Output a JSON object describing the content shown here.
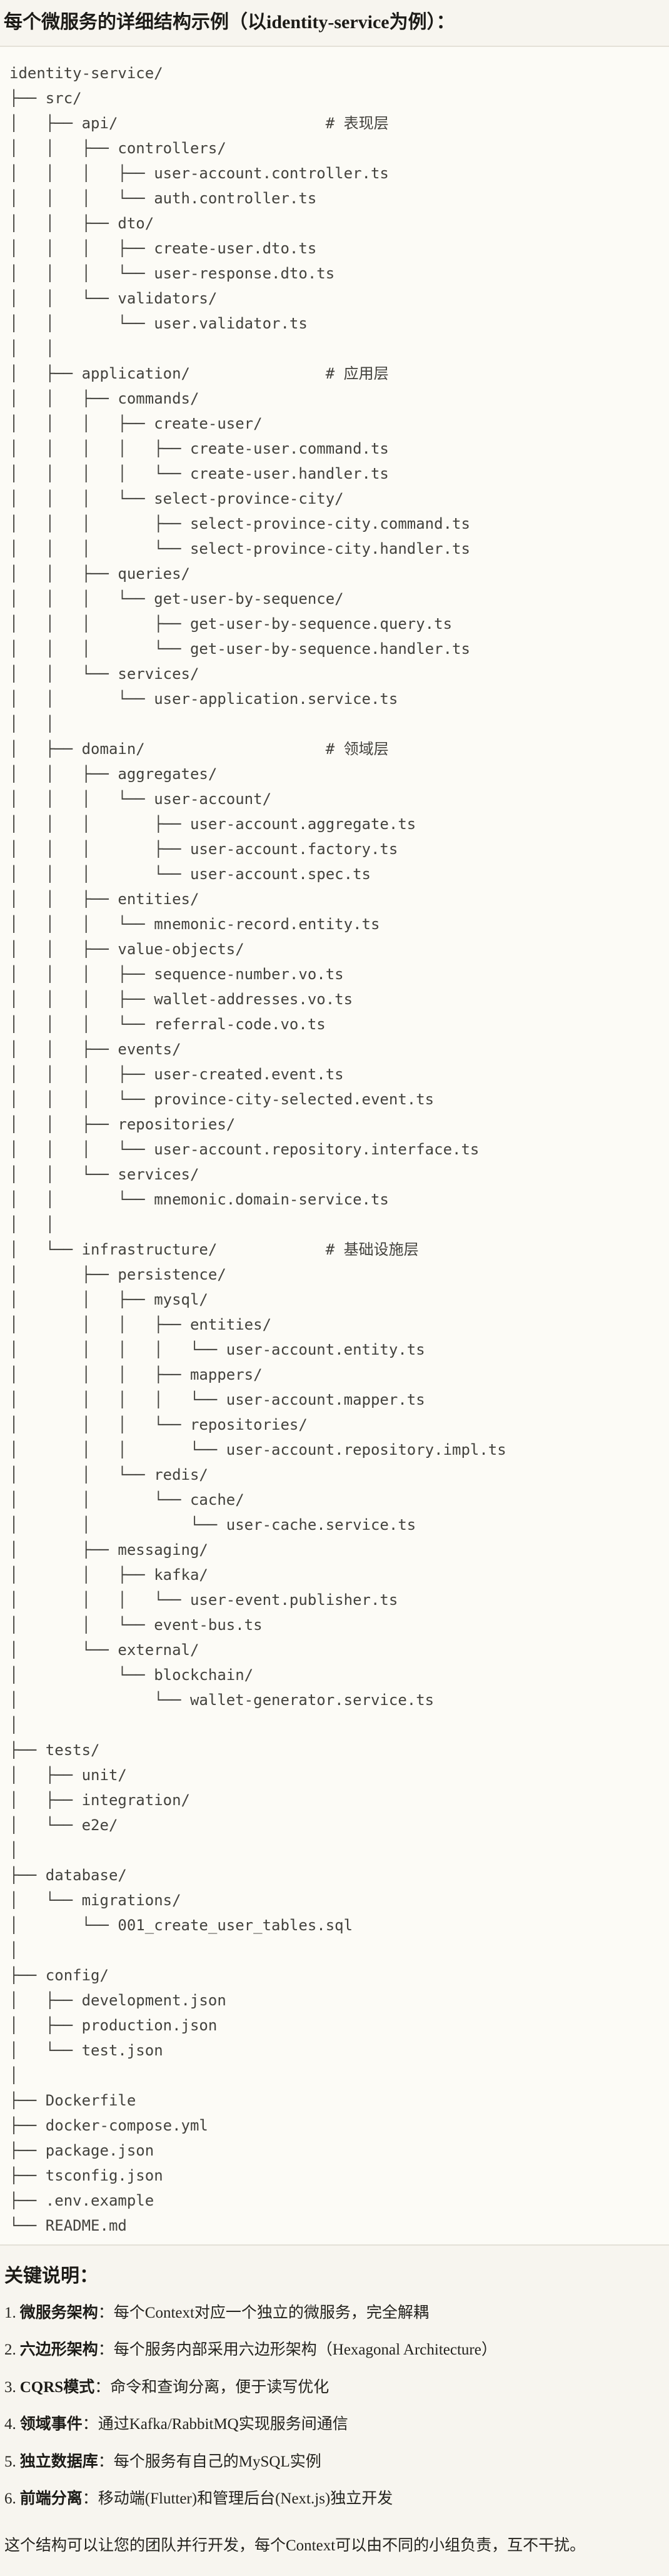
{
  "page": {
    "title": "每个微服务的详细结构示例（以identity-service为例）：",
    "code_block": {
      "language": "plaintext",
      "tree_lines": [
        "identity-service/",
        "├── src/",
        "│   ├── api/                       # 表现层",
        "│   │   ├── controllers/",
        "│   │   │   ├── user-account.controller.ts",
        "│   │   │   └── auth.controller.ts",
        "│   │   ├── dto/",
        "│   │   │   ├── create-user.dto.ts",
        "│   │   │   └── user-response.dto.ts",
        "│   │   └── validators/",
        "│   │       └── user.validator.ts",
        "│   │",
        "│   ├── application/               # 应用层",
        "│   │   ├── commands/",
        "│   │   │   ├── create-user/",
        "│   │   │   │   ├── create-user.command.ts",
        "│   │   │   │   └── create-user.handler.ts",
        "│   │   │   └── select-province-city/",
        "│   │   │       ├── select-province-city.command.ts",
        "│   │   │       └── select-province-city.handler.ts",
        "│   │   ├── queries/",
        "│   │   │   └── get-user-by-sequence/",
        "│   │   │       ├── get-user-by-sequence.query.ts",
        "│   │   │       └── get-user-by-sequence.handler.ts",
        "│   │   └── services/",
        "│   │       └── user-application.service.ts",
        "│   │",
        "│   ├── domain/                    # 领域层",
        "│   │   ├── aggregates/",
        "│   │   │   └── user-account/",
        "│   │   │       ├── user-account.aggregate.ts",
        "│   │   │       ├── user-account.factory.ts",
        "│   │   │       └── user-account.spec.ts",
        "│   │   ├── entities/",
        "│   │   │   └── mnemonic-record.entity.ts",
        "│   │   ├── value-objects/",
        "│   │   │   ├── sequence-number.vo.ts",
        "│   │   │   ├── wallet-addresses.vo.ts",
        "│   │   │   └── referral-code.vo.ts",
        "│   │   ├── events/",
        "│   │   │   ├── user-created.event.ts",
        "│   │   │   └── province-city-selected.event.ts",
        "│   │   ├── repositories/",
        "│   │   │   └── user-account.repository.interface.ts",
        "│   │   └── services/",
        "│   │       └── mnemonic.domain-service.ts",
        "│   │",
        "│   └── infrastructure/            # 基础设施层",
        "│       ├── persistence/",
        "│       │   ├── mysql/",
        "│       │   │   ├── entities/",
        "│       │   │   │   └── user-account.entity.ts",
        "│       │   │   ├── mappers/",
        "│       │   │   │   └── user-account.mapper.ts",
        "│       │   │   └── repositories/",
        "│       │   │       └── user-account.repository.impl.ts",
        "│       │   └── redis/",
        "│       │       └── cache/",
        "│       │           └── user-cache.service.ts",
        "│       ├── messaging/",
        "│       │   ├── kafka/",
        "│       │   │   └── user-event.publisher.ts",
        "│       │   └── event-bus.ts",
        "│       └── external/",
        "│           └── blockchain/",
        "│               └── wallet-generator.service.ts",
        "│",
        "├── tests/",
        "│   ├── unit/",
        "│   ├── integration/",
        "│   └── e2e/",
        "│",
        "├── database/",
        "│   └── migrations/",
        "│       └── 001_create_user_tables.sql",
        "│",
        "├── config/",
        "│   ├── development.json",
        "│   ├── production.json",
        "│   └── test.json",
        "│",
        "├── Dockerfile",
        "├── docker-compose.yml",
        "├── package.json",
        "├── tsconfig.json",
        "├── .env.example",
        "└── README.md"
      ]
    },
    "notes": {
      "heading": "关键说明：",
      "items": [
        {
          "num": "1.",
          "term": "微服务架构",
          "desc": "：每个Context对应一个独立的微服务，完全解耦"
        },
        {
          "num": "2.",
          "term": "六边形架构",
          "desc": "：每个服务内部采用六边形架构（Hexagonal Architecture）"
        },
        {
          "num": "3.",
          "term": "CQRS模式",
          "desc": "：命令和查询分离，便于读写优化"
        },
        {
          "num": "4.",
          "term": "领域事件",
          "desc": "：通过Kafka/RabbitMQ实现服务间通信"
        },
        {
          "num": "5.",
          "term": "独立数据库",
          "desc": "：每个服务有自己的MySQL实例"
        },
        {
          "num": "6.",
          "term": "前端分离",
          "desc": "：移动端(Flutter)和管理后台(Next.js)独立开发"
        }
      ],
      "footer": "这个结构可以让您的团队并行开发，每个Context可以由不同的小组负责，互不干扰。"
    },
    "colors": {
      "page_background": "#f7f5ef",
      "code_background": "#fcfbf6",
      "divider": "#e4e1d8",
      "title_text": "#1c1b17",
      "tree_text": "#43423d",
      "body_text": "#24231e"
    }
  }
}
